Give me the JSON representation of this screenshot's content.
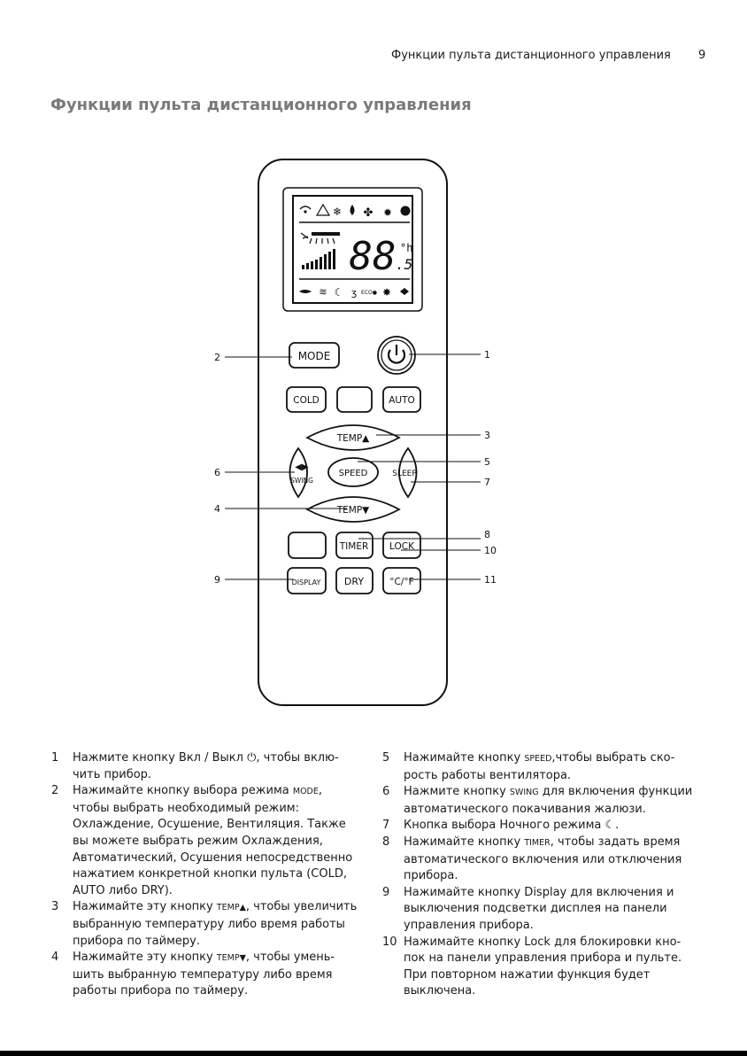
{
  "header": {
    "running_title": "Функции пульта дистанционного управления",
    "page_number": "9"
  },
  "section_title": "Функции пульта дистанционного управления",
  "remote": {
    "display": {
      "digits": "88",
      "decimal": ".5",
      "unit_top": "°h"
    },
    "buttons": {
      "mode": "MODE",
      "cold": "COLD",
      "auto": "AUTO",
      "temp_up": "TEMP▲",
      "swing": "SWING",
      "speed": "SPEED",
      "sleep": "SLEEP",
      "temp_down": "TEMP▼",
      "timer": "TIMER",
      "lock": "LOCK",
      "display": "DISPLAY",
      "dry": "DRY",
      "cf": "°C/°F"
    },
    "callouts": [
      "1",
      "2",
      "3",
      "4",
      "5",
      "6",
      "7",
      "8",
      "9",
      "10",
      "11"
    ]
  },
  "left_items": [
    {
      "num": "1",
      "parts": [
        "Нажмите кнопку Вкл / Выкл ",
        "⏻",
        ", чтобы вклю-чить прибор."
      ]
    },
    {
      "num": "2",
      "text_a": "Нажимайте кнопку выбора режима ",
      "code": "MODE",
      "text_b": ", чтобы выбрать необходимый режим: Охлаждение, Осушение, Вентиляция. Также вы можете выбрать режим Охлаждения, Автоматический, Осушения непосредственно нажатием конкретной кнопки пульта (COLD, AUTO либо DRY)."
    },
    {
      "num": "3",
      "text_a": "Нажимайте эту кнопку ",
      "code": "TEMP▲",
      "text_b": ", чтобы увеличить выбранную температуру либо время работы прибора по таймеру."
    },
    {
      "num": "4",
      "text_a": "Нажимайте эту кнопку ",
      "code": "TEMP▼",
      "text_b": ", чтобы умень-шить выбранную температуру либо время работы прибора по таймеру."
    }
  ],
  "right_items": [
    {
      "num": "5",
      "text_a": "Нажимайте кнопку ",
      "code": "SPEED",
      "text_b": ",чтобы выбрать ско-рость работы вентилятора."
    },
    {
      "num": "6",
      "text_a": "Нажмите кнопку ",
      "code": "SWING",
      "text_b": " для включения функции автоматического покачивания жалюзи."
    },
    {
      "num": "7",
      "text_a": "Кнопка выбора Ночного режима ",
      "code": "☾",
      "text_b": "."
    },
    {
      "num": "8",
      "text_a": "Нажимайте кнопку ",
      "code": "TIMER",
      "text_b": ", чтобы задать время автоматического включения или отключения прибора."
    },
    {
      "num": "9",
      "text_a": "Нажимайте кнопку Display для включения и выключения подсветки дисплея на панели управления прибора.",
      "code": "",
      "text_b": ""
    },
    {
      "num": "10",
      "text_a": "Нажимайте кнопку Lock для блокировки кно-пок на панели управления прибора и пульте. При повторном нажатии функция будет выключена.",
      "code": "",
      "text_b": ""
    }
  ]
}
